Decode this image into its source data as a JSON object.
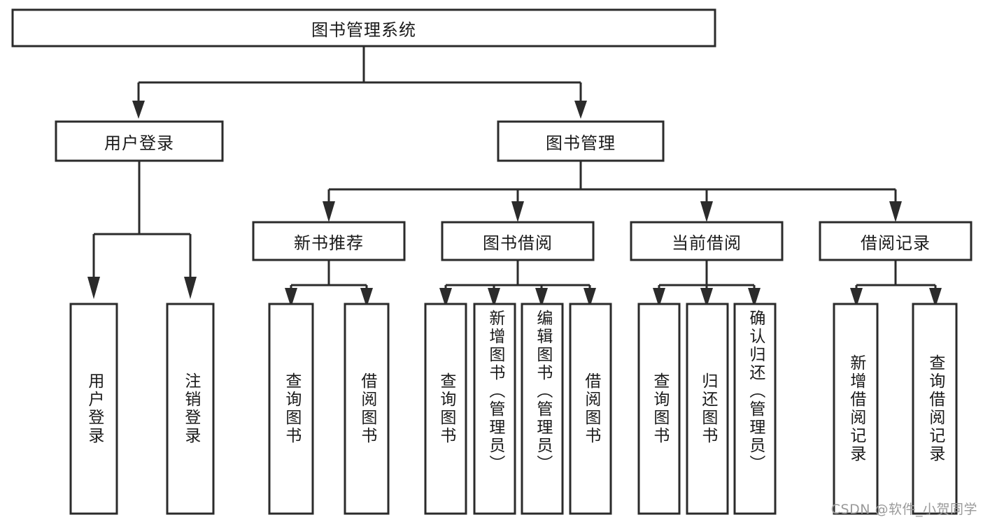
{
  "diagram": {
    "title": "图书管理系统",
    "type": "hierarchy-tree",
    "watermark": "CSDN @软件_小贺同学",
    "colors": {
      "stroke": "#2b2b2b",
      "fill": "#ffffff",
      "text": "#1a1a1a",
      "watermark": "#9a9a9a",
      "background": "#ffffff"
    },
    "root": {
      "label": "图书管理系统",
      "orientation": "horizontal"
    },
    "level1": [
      {
        "label": "用户登录",
        "orientation": "horizontal"
      },
      {
        "label": "图书管理",
        "orientation": "horizontal"
      }
    ],
    "level2": [
      {
        "label": "新书推荐",
        "orientation": "horizontal",
        "parent": "图书管理"
      },
      {
        "label": "图书借阅",
        "orientation": "horizontal",
        "parent": "图书管理"
      },
      {
        "label": "当前借阅",
        "orientation": "horizontal",
        "parent": "图书管理"
      },
      {
        "label": "借阅记录",
        "orientation": "horizontal",
        "parent": "图书管理"
      }
    ],
    "leaves": {
      "用户登录": [
        {
          "label": "用户登录",
          "orientation": "vertical"
        },
        {
          "label": "注销登录",
          "orientation": "vertical"
        }
      ],
      "新书推荐": [
        {
          "label": "查询图书",
          "orientation": "vertical"
        },
        {
          "label": "借阅图书",
          "orientation": "vertical"
        }
      ],
      "图书借阅": [
        {
          "label": "查询图书",
          "orientation": "vertical"
        },
        {
          "label": "新增图书（管理员）",
          "orientation": "vertical"
        },
        {
          "label": "编辑图书（管理员）",
          "orientation": "vertical"
        },
        {
          "label": "借阅图书",
          "orientation": "vertical"
        }
      ],
      "当前借阅": [
        {
          "label": "查询图书",
          "orientation": "vertical"
        },
        {
          "label": "归还图书",
          "orientation": "vertical"
        },
        {
          "label": "确认归还（管理员）",
          "orientation": "vertical"
        }
      ],
      "借阅记录": [
        {
          "label": "新增借阅记录",
          "orientation": "vertical"
        },
        {
          "label": "查询借阅记录",
          "orientation": "vertical"
        }
      ]
    }
  }
}
